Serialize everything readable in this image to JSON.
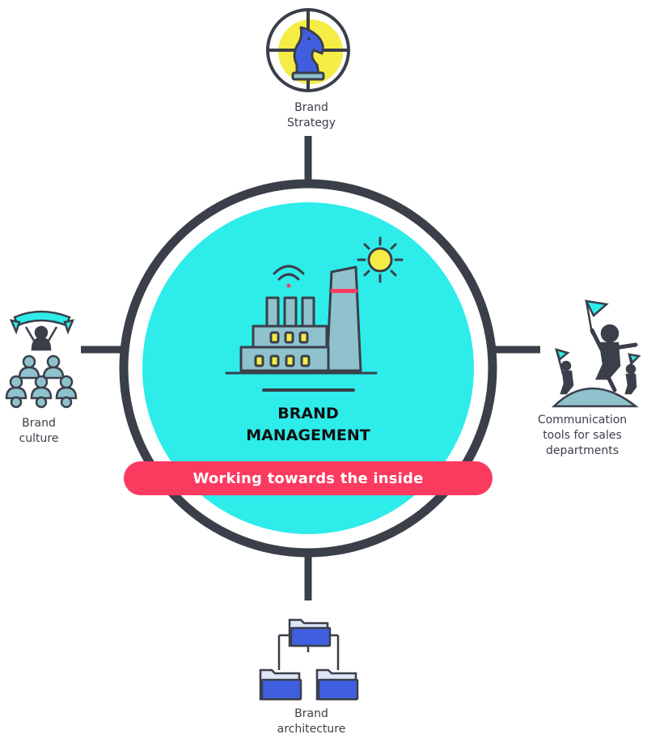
{
  "colors": {
    "ring": "#3a3f4a",
    "center_fill": "#2eecea",
    "banner": "#fb3a60",
    "banner_text": "#ffffff",
    "accent_yellow": "#f5ec45",
    "accent_blue": "#3f5fe0",
    "accent_teal": "#8fc2cc"
  },
  "center": {
    "title_line1": "BRAND",
    "title_line2": "MANAGEMENT",
    "banner_text": "Working towards the inside",
    "icon": "factory-icon"
  },
  "nodes": {
    "strategy": {
      "line1": "Brand",
      "line2": "Strategy",
      "icon": "chess-knight-target-icon"
    },
    "culture": {
      "line1": "Brand",
      "line2": "culture",
      "icon": "crowd-with-leader-icon"
    },
    "communication": {
      "line1": "Communication",
      "line2": "tools for sales",
      "line3": "departments",
      "icon": "flag-people-on-hill-icon"
    },
    "architecture": {
      "line1": "Brand",
      "line2": "architecture",
      "icon": "folder-hierarchy-icon"
    }
  }
}
